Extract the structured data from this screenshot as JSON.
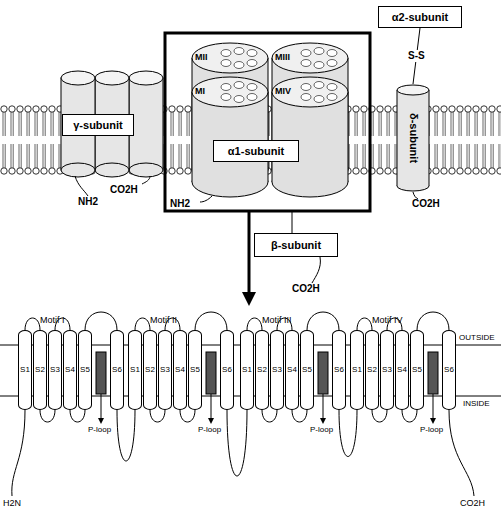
{
  "diagram": {
    "nodes": [
      {
        "text": [
          "α2-subunit"
        ]
      },
      {
        "text": [
          "γ-subunit"
        ]
      },
      {
        "text": [
          "α1-subunit"
        ]
      },
      {
        "text": [
          "δ-subunit"
        ]
      },
      {
        "text": [
          "β-subunit"
        ]
      },
      {
        "text": [
          "S1"
        ]
      },
      {
        "text": [
          "S2"
        ]
      },
      {
        "text": [
          "S3"
        ]
      },
      {
        "text": [
          "S4"
        ]
      },
      {
        "text": [
          "S5"
        ]
      },
      {
        "text": [
          "S6"
        ]
      },
      {
        "text": [
          "S1"
        ]
      },
      {
        "text": [
          "S2"
        ]
      },
      {
        "text": [
          "S3"
        ]
      },
      {
        "text": [
          "S4"
        ]
      },
      {
        "text": [
          "S5"
        ]
      },
      {
        "text": [
          "S6"
        ]
      },
      {
        "text": [
          "S1"
        ]
      },
      {
        "text": [
          "S2"
        ]
      },
      {
        "text": [
          "S3"
        ]
      },
      {
        "text": [
          "S4"
        ]
      },
      {
        "text": [
          "S5"
        ]
      },
      {
        "text": [
          "S6"
        ]
      },
      {
        "text": [
          "S1"
        ]
      },
      {
        "text": [
          "S2"
        ]
      },
      {
        "text": [
          "S3"
        ]
      },
      {
        "text": [
          "S4"
        ]
      },
      {
        "text": [
          "S5"
        ]
      },
      {
        "text": [
          "S6"
        ]
      }
    ],
    "edges": [
      {
        "from": 0,
        "to": 3,
        "label": "S-S",
        "arrow": "none"
      },
      {
        "from": 5,
        "to": 6,
        "arrow": "none"
      },
      {
        "from": 6,
        "to": 7,
        "arrow": "none"
      },
      {
        "from": 7,
        "to": 8,
        "arrow": "none"
      },
      {
        "from": 8,
        "to": 9,
        "arrow": "none"
      },
      {
        "from": 9,
        "to": 10,
        "arrow": "none"
      },
      {
        "from": 10,
        "to": 11,
        "arrow": "none"
      },
      {
        "from": 11,
        "to": 12,
        "arrow": "none"
      },
      {
        "from": 12,
        "to": 13,
        "arrow": "none"
      },
      {
        "from": 13,
        "to": 14,
        "arrow": "none"
      },
      {
        "from": 14,
        "to": 15,
        "arrow": "none"
      },
      {
        "from": 15,
        "to": 16,
        "arrow": "none"
      },
      {
        "from": 16,
        "to": 17,
        "arrow": "none"
      },
      {
        "from": 17,
        "to": 18,
        "arrow": "none"
      },
      {
        "from": 18,
        "to": 19,
        "arrow": "none"
      },
      {
        "from": 19,
        "to": 20,
        "arrow": "none"
      },
      {
        "from": 20,
        "to": 21,
        "arrow": "none"
      },
      {
        "from": 21,
        "to": 22,
        "arrow": "none"
      },
      {
        "from": 22,
        "to": 23,
        "arrow": "none"
      },
      {
        "from": 23,
        "to": 24,
        "arrow": "none"
      },
      {
        "from": 24,
        "to": 25,
        "arrow": "none"
      },
      {
        "from": 25,
        "to": 26,
        "arrow": "none"
      },
      {
        "from": 26,
        "to": 27,
        "arrow": "none"
      },
      {
        "from": 27,
        "to": 28,
        "arrow": "none"
      }
    ],
    "labels": [
      "MII",
      "MIII",
      "MI",
      "MIV",
      "NH2",
      "CO2H",
      "NH2",
      "CO2H",
      "CO2H",
      "Motif I",
      "Motif II",
      "Motif III",
      "Motif IV",
      "OUTSIDE",
      "INSIDE",
      "P-loop",
      "P-loop",
      "P-loop",
      "P-loop",
      "H2N",
      "CO2H"
    ]
  }
}
